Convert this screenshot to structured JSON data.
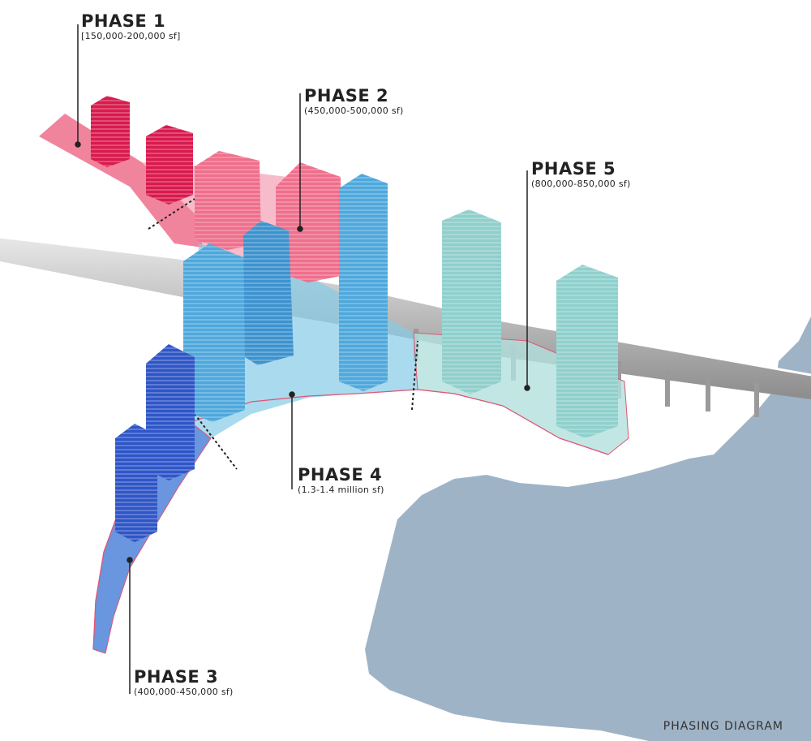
{
  "phases": [
    {
      "name": "PHASE 1",
      "area": "[150,000-200,000 sf]"
    },
    {
      "name": "PHASE 2",
      "area": "(450,000-500,000 sf)"
    },
    {
      "name": "PHASE 3",
      "area": "(400,000-450,000 sf)"
    },
    {
      "name": "PHASE 4",
      "area": "(1.3-1.4 million sf)"
    },
    {
      "name": "PHASE 5",
      "area": "(800,000-850,000 sf)"
    }
  ],
  "caption": "PHASING DIAGRAM",
  "colors": {
    "phase1": "#d81b4e",
    "phase2": "#ef6f8c",
    "phase3": "#2f56c8",
    "phase4": "#4fa8dc",
    "phase5": "#8fd0cc",
    "water": "#9fb3c6",
    "bridge": "#bdbdbd"
  }
}
